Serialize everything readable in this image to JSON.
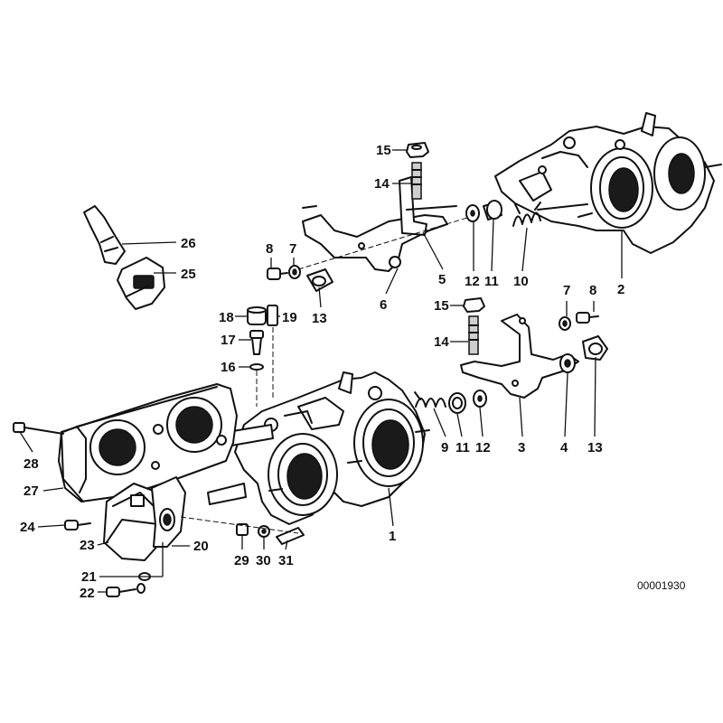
{
  "diagram_code": "00001930",
  "callouts": [
    {
      "id": "c15a",
      "text": "15"
    },
    {
      "id": "c14a",
      "text": "14"
    },
    {
      "id": "c26",
      "text": "26"
    },
    {
      "id": "c25",
      "text": "25"
    },
    {
      "id": "c8a",
      "text": "8"
    },
    {
      "id": "c7a",
      "text": "7"
    },
    {
      "id": "c6",
      "text": "6"
    },
    {
      "id": "c5",
      "text": "5"
    },
    {
      "id": "c13a",
      "text": "13"
    },
    {
      "id": "c12a",
      "text": "12"
    },
    {
      "id": "c11a",
      "text": "11"
    },
    {
      "id": "c10",
      "text": "10"
    },
    {
      "id": "c2",
      "text": "2"
    },
    {
      "id": "c15b",
      "text": "15"
    },
    {
      "id": "c7b",
      "text": "7"
    },
    {
      "id": "c8b",
      "text": "8"
    },
    {
      "id": "c18",
      "text": "18"
    },
    {
      "id": "c19",
      "text": "19"
    },
    {
      "id": "c17",
      "text": "17"
    },
    {
      "id": "c16",
      "text": "16"
    },
    {
      "id": "c14b",
      "text": "14"
    },
    {
      "id": "c9",
      "text": "9"
    },
    {
      "id": "c11b",
      "text": "11"
    },
    {
      "id": "c12b",
      "text": "12"
    },
    {
      "id": "c3",
      "text": "3"
    },
    {
      "id": "c4",
      "text": "4"
    },
    {
      "id": "c13b",
      "text": "13"
    },
    {
      "id": "c28",
      "text": "28"
    },
    {
      "id": "c27",
      "text": "27"
    },
    {
      "id": "c24",
      "text": "24"
    },
    {
      "id": "c23",
      "text": "23"
    },
    {
      "id": "c20",
      "text": "20"
    },
    {
      "id": "c29",
      "text": "29"
    },
    {
      "id": "c30",
      "text": "30"
    },
    {
      "id": "c31",
      "text": "31"
    },
    {
      "id": "c1",
      "text": "1"
    },
    {
      "id": "c21",
      "text": "21"
    },
    {
      "id": "c22",
      "text": "22"
    }
  ]
}
